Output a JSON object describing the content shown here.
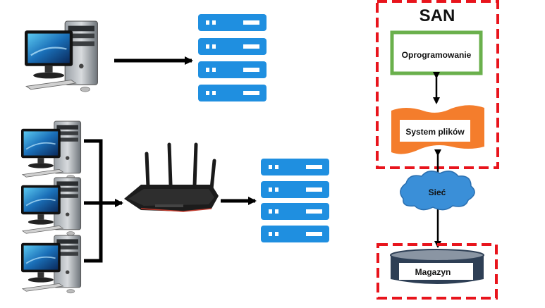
{
  "san": {
    "title": "SAN",
    "software_label": "Oprogramowanie",
    "filesystem_label": "System plików",
    "network_label": "Sieć",
    "storage_label": "Magazyn"
  },
  "icons": {
    "pc": "desktop-computer-icon",
    "server": "server-rack-icon",
    "router": "wireless-router-icon"
  },
  "colors": {
    "san_border": "#e8141c",
    "software_border": "#6ab04c",
    "filesystem_fill": "#f47d2c",
    "cloud_fill": "#3a8fd8",
    "server_blue": "#1f8fe0",
    "storage_dark": "#2e3f55"
  }
}
